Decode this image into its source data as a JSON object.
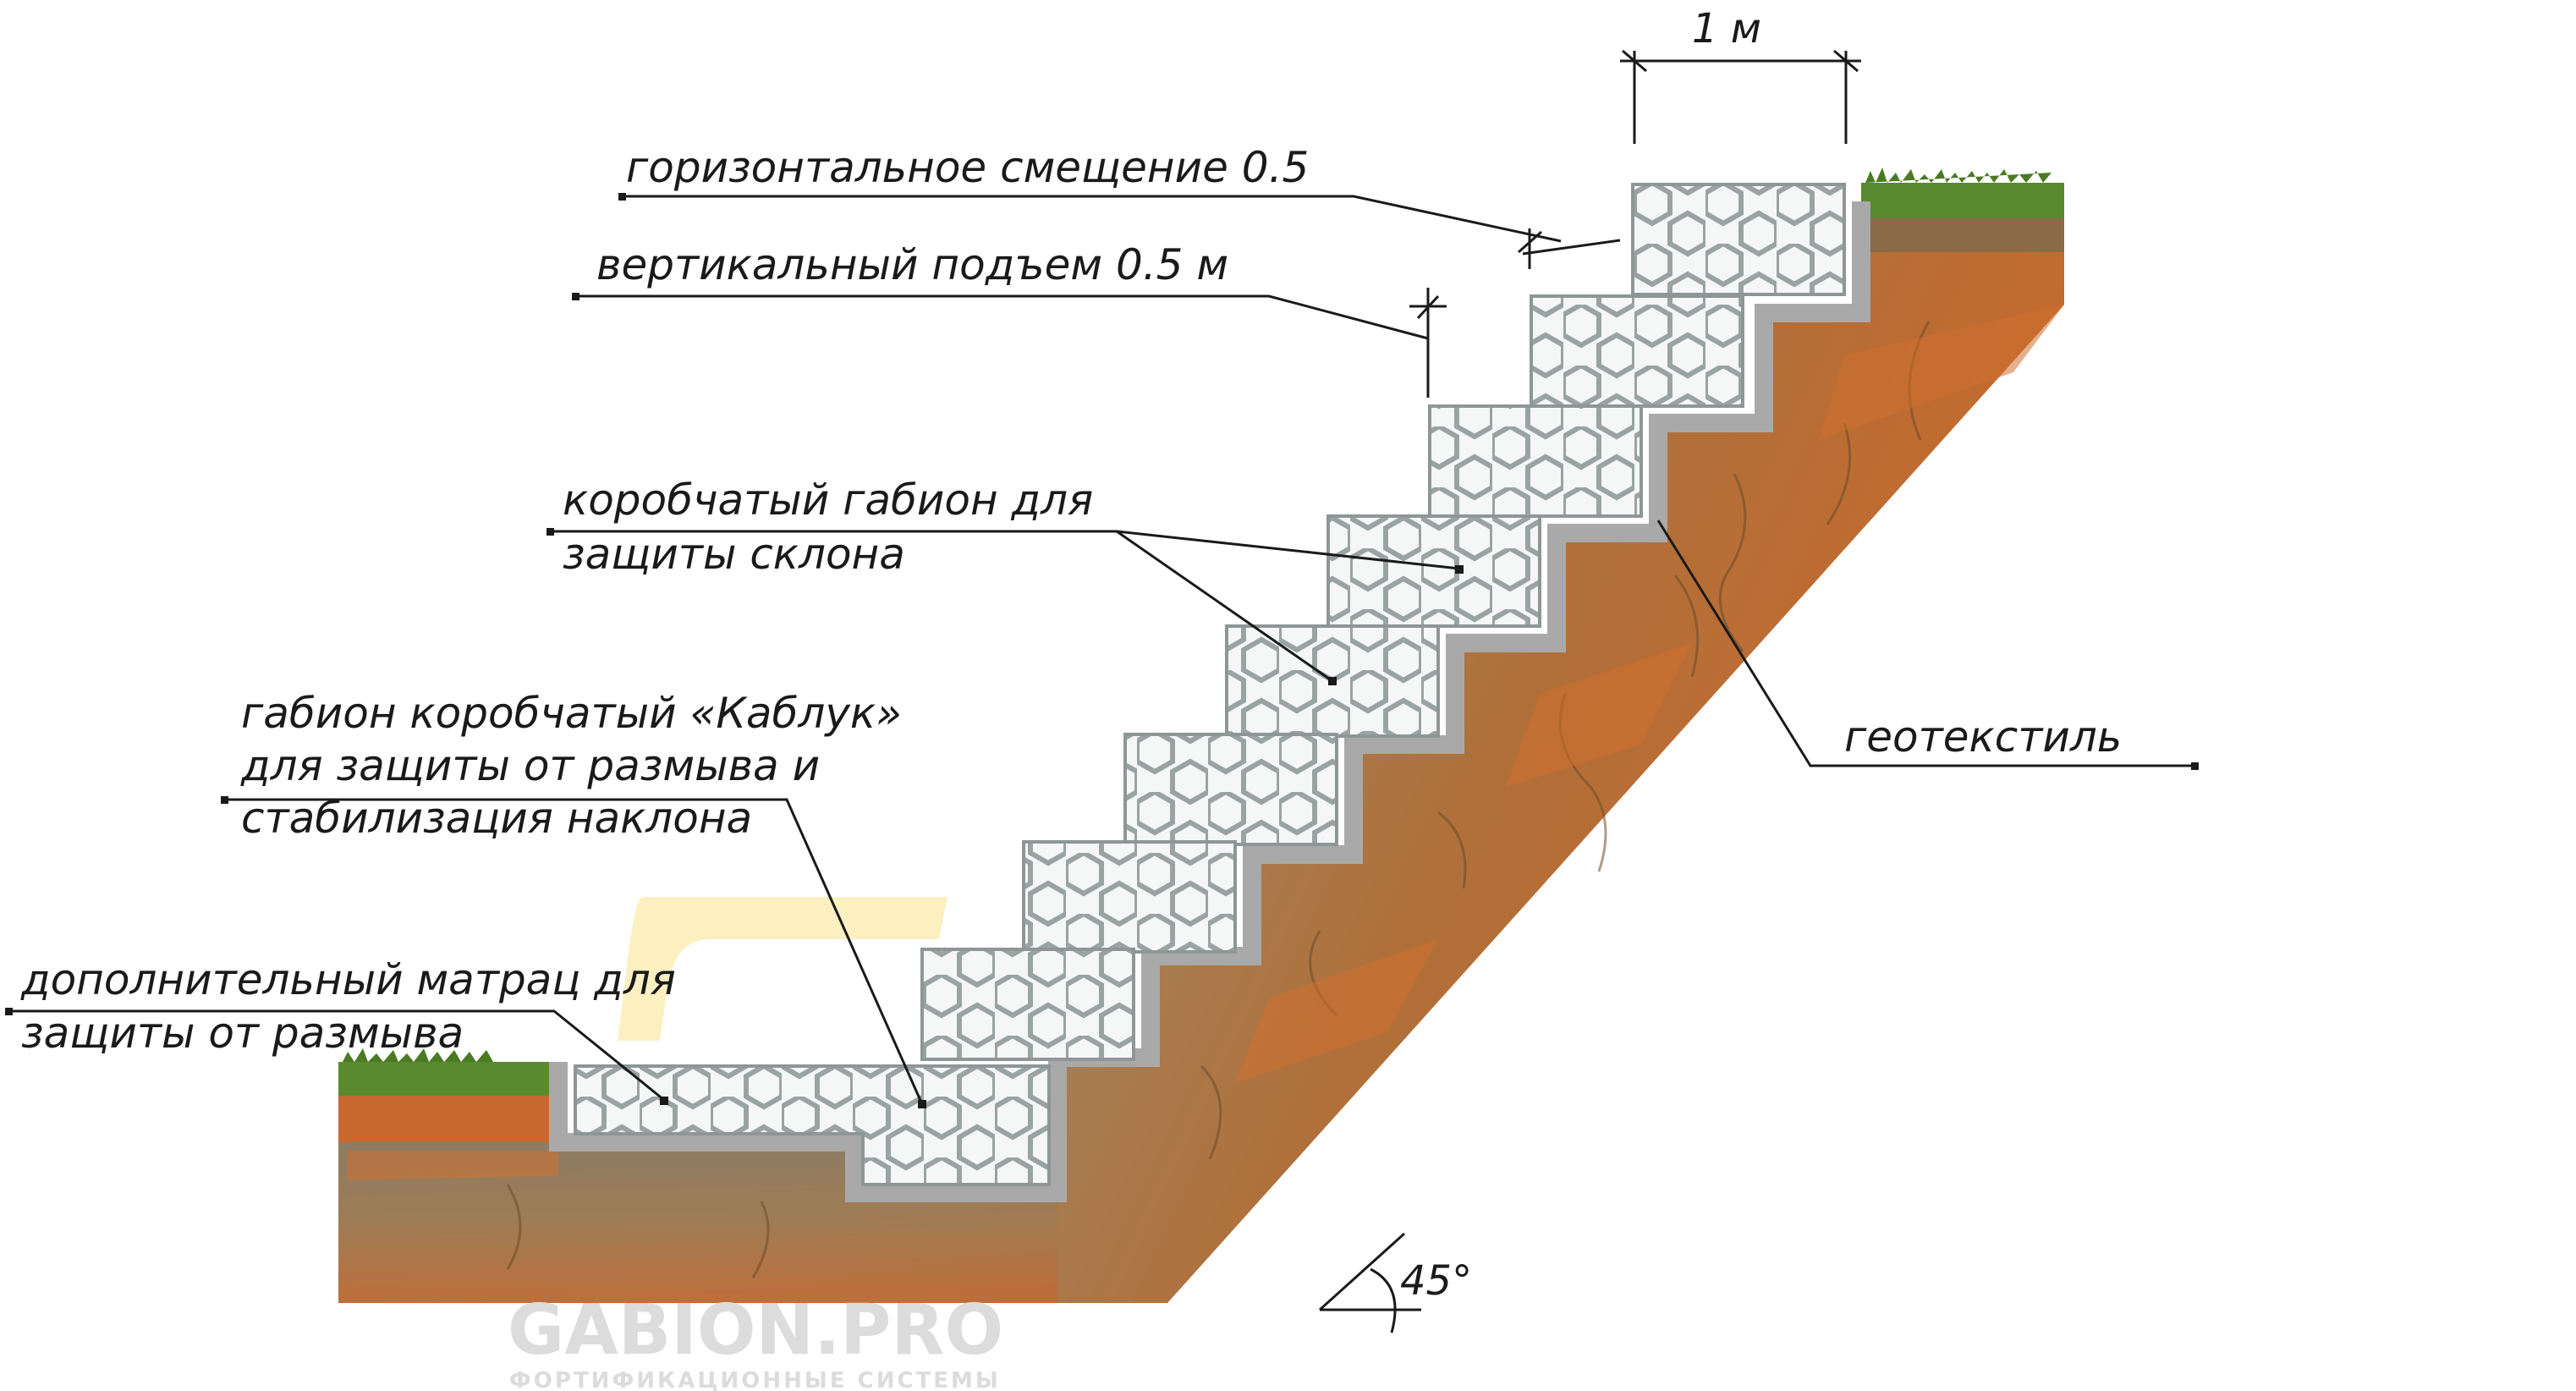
{
  "dimension_label": "1 м",
  "labels": {
    "horizontal_offset": "горизонтальное смещение 0.5",
    "vertical_rise": "вертикальный подъем 0.5 м",
    "box_gabion_line1": "коробчатый габион для",
    "box_gabion_line2": "защиты склона",
    "heel_line1": "габион коробчатый «Каблук»",
    "heel_line2": "для защиты от размыва и",
    "heel_line3": "стабилизация наклона",
    "mattress_line1": "дополнительный матрац для",
    "mattress_line2": "защиты от размыва",
    "geotextile": "геотекстиль"
  },
  "angle_label": "45°",
  "watermark": {
    "brand": "GABION.PRO",
    "tagline": "ФОРТИФИКАЦИОННЫЕ СИСТЕМЫ"
  },
  "colors": {
    "soil_light": "#a8967a",
    "soil_orange": "#c86a30",
    "grass": "#4e7a2a",
    "geotextile": "#a9a9a9",
    "gabion_fill": "#f4f6f6",
    "mesh": "#9aa3a3"
  }
}
